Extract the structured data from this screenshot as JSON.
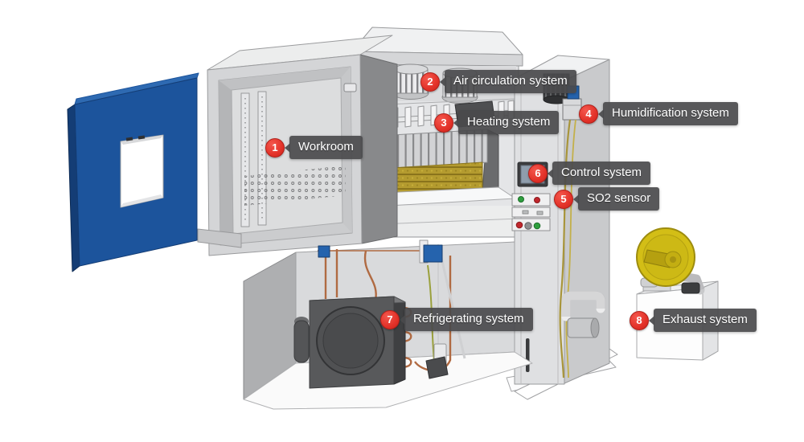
{
  "diagram": {
    "kind": "labeled 3D equipment illustration",
    "colors": {
      "badge_red": "#e23128",
      "badge_border": "#b0201a",
      "label_bg": "#4a4a4c",
      "label_text": "#ffffff",
      "door_blue": "#1c549c",
      "door_blue_dark": "#143d75",
      "valve_blue": "#2563ad",
      "blower_yellow": "#d3be16",
      "copper_pipe": "#b06a42",
      "condenser_gray": "#58595b",
      "panel_gray": "#dfe0e2"
    }
  },
  "labels": [
    {
      "number": "1",
      "text": "Workroom"
    },
    {
      "number": "2",
      "text": "Air circulation system"
    },
    {
      "number": "3",
      "text": "Heating system"
    },
    {
      "number": "4",
      "text": "Humidification system"
    },
    {
      "number": "5",
      "text": "SO2 sensor"
    },
    {
      "number": "6",
      "text": "Control system"
    },
    {
      "number": "7",
      "text": "Refrigerating system"
    },
    {
      "number": "8",
      "text": "Exhaust system"
    }
  ]
}
